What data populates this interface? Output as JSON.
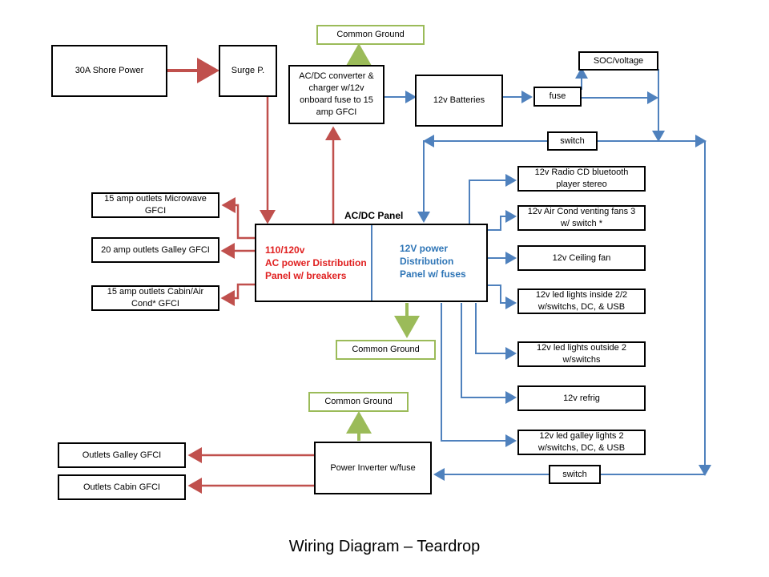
{
  "title": "Wiring Diagram – Teardrop",
  "colors": {
    "ac_line": "#c0504d",
    "dc_line": "#4f81bd",
    "ground_line": "#9bbb59",
    "ac_text": "#e02020",
    "dc_text": "#2e75b6"
  },
  "nodes": {
    "shore_power": "30A Shore Power",
    "surge": "Surge P.",
    "common_ground_top": "Common Ground",
    "converter": "AC/DC converter & charger w/12v onboard fuse to 15 amp GFCI",
    "batteries": "12v Batteries",
    "fuse": "fuse",
    "soc": "SOC/voltage",
    "switch_top": "switch",
    "radio": "12v Radio CD bluetooth player stereo",
    "aircond": "12v Air Cond venting fans 3 w/ switch *",
    "ceiling_fan": "12v Ceiling fan",
    "led_inside": "12v led lights inside 2/2 w/switchs, DC, & USB",
    "led_outside": "12v led lights outside 2 w/switchs",
    "refrig": "12v refrig",
    "galley_lights": "12v led galley lights 2 w/switchs, DC, & USB",
    "switch_bottom": "switch",
    "outlet_microwave": "15 amp outlets Microwave GFCI",
    "outlet_galley": "20 amp outlets Galley GFCI",
    "outlet_cabin": "15 amp outlets Cabin/Air Cond* GFCI",
    "common_ground_mid": "Common Ground",
    "common_ground_low": "Common Ground",
    "inverter": "Power Inverter w/fuse",
    "outlets_galley_inv": "Outlets Galley GFCI",
    "outlets_cabin_inv": "Outlets Cabin GFCI"
  },
  "panel": {
    "title": "AC/DC Panel",
    "ac_lines": [
      "110/120v",
      "AC power Distribution",
      "Panel w/ breakers"
    ],
    "dc_lines": [
      "12V power",
      "Distribution",
      "Panel w/ fuses"
    ]
  }
}
